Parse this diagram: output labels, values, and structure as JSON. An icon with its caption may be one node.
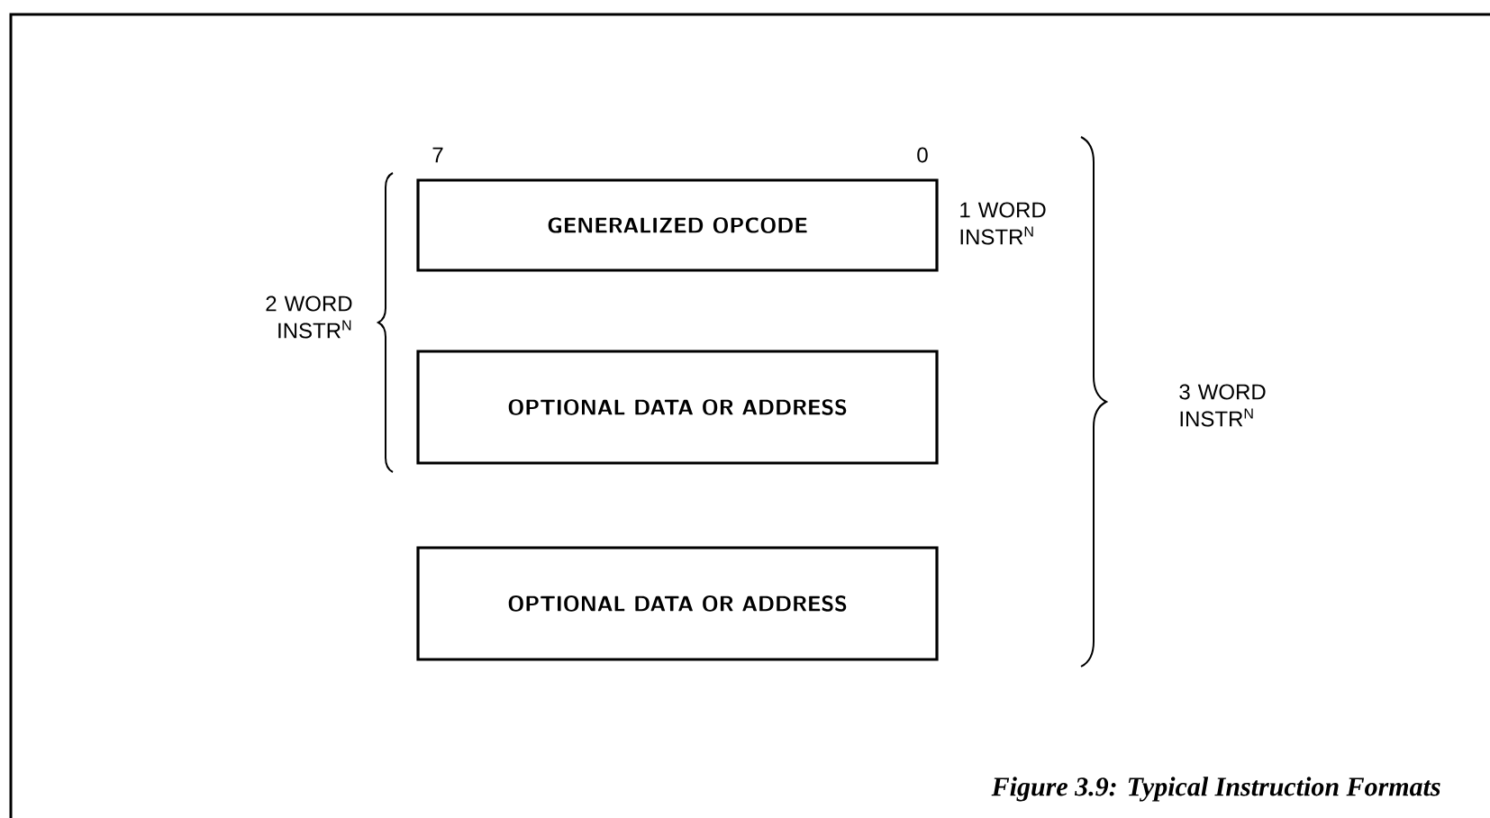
{
  "diagram": {
    "caption": "Figure 3.9: Typical Instruction Formats",
    "nodes": [
      {
        "text": [
          "GENERALIZED OPCODE"
        ]
      },
      {
        "text": [
          "OPTIONAL DATA OR ADDRESS"
        ]
      },
      {
        "text": [
          "OPTIONAL DATA OR ADDRESS"
        ]
      }
    ],
    "labels": [
      "7",
      "0",
      "1 WORD INSTR$^{N}$",
      "2 WORD INSTR$^{N}$",
      "3 WORD INSTR$^{N}$"
    ]
  }
}
